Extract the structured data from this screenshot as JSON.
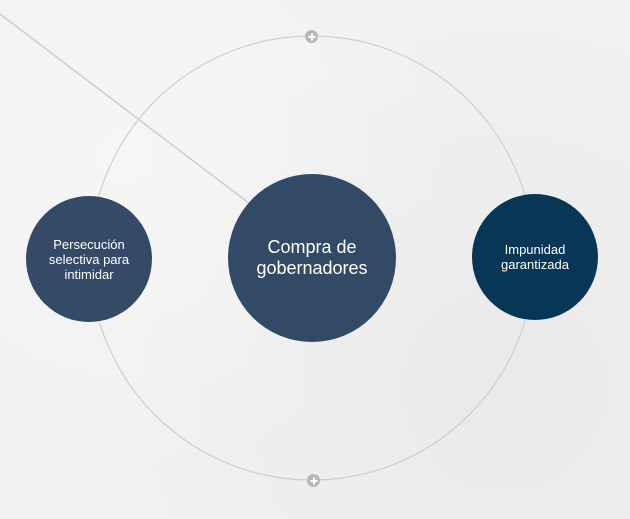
{
  "diagram": {
    "nodes": {
      "left": {
        "label": "Persecución selectiva para intimidar",
        "color": "#344a66"
      },
      "center": {
        "label": "Compra de gobernadores",
        "color": "#334a66"
      },
      "right": {
        "label": "Impunidad garantizada",
        "color": "#083656"
      }
    },
    "controls": {
      "top_expand_icon": "plus-circle-icon",
      "bottom_expand_icon": "plus-circle-icon"
    },
    "colors": {
      "background": "#f1f1f1",
      "orbit_line": "#c8c8c8",
      "connector_line": "#cfcfcf",
      "expand_button": "#b8b8b8"
    }
  }
}
